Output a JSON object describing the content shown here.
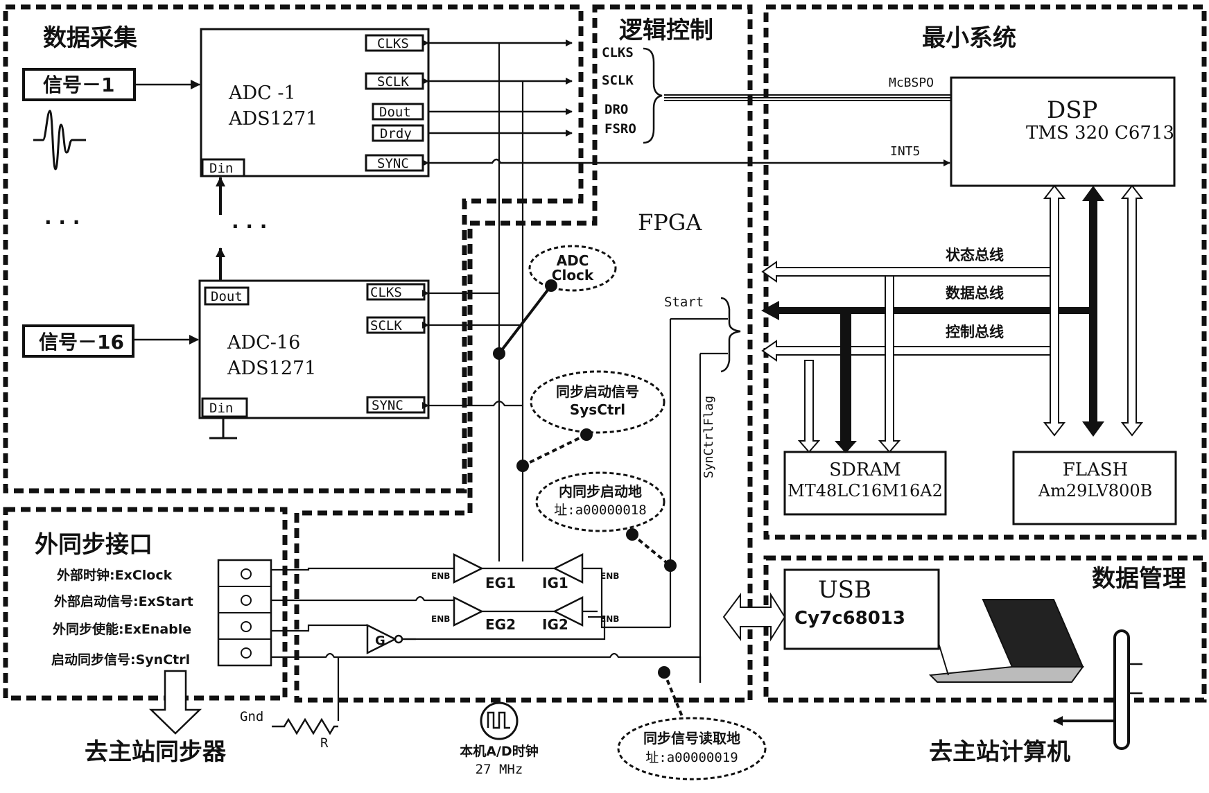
{
  "regions": {
    "acquisition": "数据采集",
    "logic": "逻辑控制",
    "min_system": "最小系统",
    "ext_sync": "外同步接口",
    "data_mgmt": "数据管理",
    "fpga": "FPGA"
  },
  "signals": {
    "sig1": "信号－1",
    "sig16": "信号－16",
    "dots": "· · ·"
  },
  "adc1": {
    "name": "ADC -1",
    "part": "ADS1271",
    "pins": [
      "CLKS",
      "SCLK",
      "Dout",
      "Drdy",
      "SYNC"
    ],
    "din": "Din"
  },
  "adc16": {
    "name": "ADC-16",
    "part": "ADS1271",
    "pins": [
      "CLKS",
      "SCLK",
      "SYNC"
    ],
    "dout": "Dout",
    "din": "Din"
  },
  "logic_signals": [
    "CLKS",
    "SCLK",
    "DRO",
    "FSRO"
  ],
  "dsp": {
    "name": "DSP",
    "part": "TMS  320 C6713",
    "mcbsp": "McBSPO",
    "int": "INT5"
  },
  "buses": {
    "status": "状态总线",
    "data": "数据总线",
    "control": "控制总线"
  },
  "sdram": {
    "name": "SDRAM",
    "part": "MT48LC16M16A2"
  },
  "flash": {
    "name": "FLASH",
    "part": "Am29LV800B"
  },
  "usb": {
    "name": "USB",
    "part": "Cy7c68013"
  },
  "bubbles": {
    "adc_clock_1": "ADC",
    "adc_clock_2": "Clock",
    "sysctrl_1": "同步启动信号",
    "sysctrl_2": "SysCtrl",
    "inner_addr_1": "内同步启动地",
    "inner_addr_2": "址:a00000018",
    "read_addr_1": "同步信号读取地",
    "read_addr_2": "址:a00000019"
  },
  "fpga_labels": {
    "start": "Start",
    "flag": "SynCtrlFlag"
  },
  "gates": {
    "eg1": "EG1",
    "eg2": "EG2",
    "ig1": "IG1",
    "ig2": "IG2",
    "g": "G",
    "enb": "ENB"
  },
  "ext_ports": [
    "外部时钟:ExClock",
    "外部启动信号:ExStart",
    "外同步使能:ExEnable",
    "启动同步信号:SynCtrl"
  ],
  "bottom": {
    "to_sync": "去主站同步器",
    "to_pc": "去主站计算机",
    "gnd": "Gnd",
    "r": "R",
    "clock_1": "本机A/D时钟",
    "clock_2": "27 MHz"
  }
}
